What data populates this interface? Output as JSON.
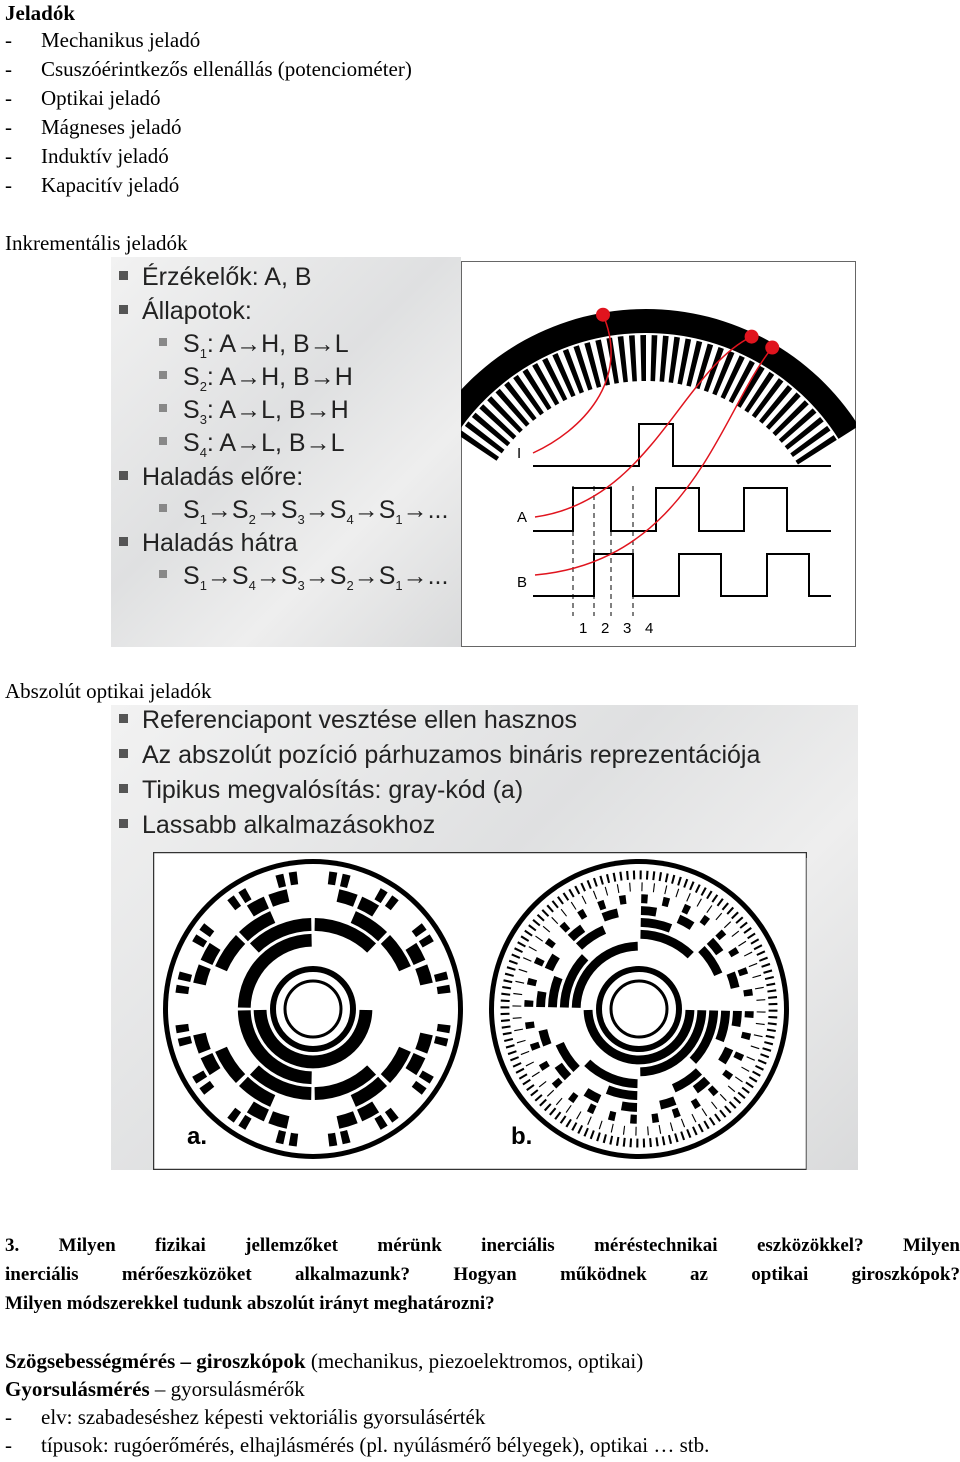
{
  "title": "Jeladók",
  "types": [
    "Mechanikus jeladó",
    "Csuszóérintkezős ellenállás (potenciométer)",
    "Optikai jeladó",
    "Mágneses jeladó",
    "Induktív jeladó",
    "Kapacitív jeladó"
  ],
  "incremental": {
    "heading": "Inkrementális jeladók",
    "sensors": "Érzékelők: A, B",
    "states_label": "Állapotok:",
    "states": [
      {
        "s": "S",
        "i": "1",
        "t": ": A→H, B→L"
      },
      {
        "s": "S",
        "i": "2",
        "t": ": A→H, B→H"
      },
      {
        "s": "S",
        "i": "3",
        "t": ": A→L, B→H"
      },
      {
        "s": "S",
        "i": "4",
        "t": ": A→L, B→L"
      }
    ],
    "forward_label": "Haladás előre:",
    "forward_seq": [
      "1",
      "2",
      "3",
      "4",
      "1"
    ],
    "backward_label": "Haladás hátra",
    "backward_seq": [
      "1",
      "4",
      "3",
      "2",
      "1"
    ],
    "seq_end": "...",
    "signal_labels": [
      "I",
      "A",
      "B"
    ],
    "step_labels": [
      "1",
      "2",
      "3",
      "4"
    ]
  },
  "absolute": {
    "heading": "Abszolút optikai jeladók",
    "bullets": [
      "Referenciapont vesztése ellen hasznos",
      "Az abszolút pozíció párhuzamos bináris reprezentációja",
      "Tipikus megvalósítás: gray-kód (a)",
      "Lassabb alkalmazásokhoz"
    ],
    "disk_labels": [
      "a.",
      "b."
    ]
  },
  "question": {
    "lines": [
      "3. Milyen fizikai jellemzőket mérünk inerciális méréstechnikai eszközökkel? Milyen",
      "inerciális mérőeszközöket alkalmazunk? Hogyan működnek az optikai giroszkópok?",
      "Milyen módszerekkel tudunk abszolút irányt meghatározni?"
    ]
  },
  "answer": {
    "l1_bold": "Szögsebességmérés – giroszkópok",
    "l1_rest": " (mechanikus, piezoelektromos, optikai)",
    "l2_bold": "Gyorsulásmérés",
    "l2_rest": " – gyorsulásmérők",
    "items": [
      "elv: szabadeséshez képesti vektoriális gyorsulásérték",
      "típusok: rugóerőmérés, elhajlásmérés (pl. nyúlásmérő bélyegek), optikai … stb."
    ]
  },
  "colors": {
    "sensor_dot": "#e0141e",
    "slide_text": "#222222"
  }
}
